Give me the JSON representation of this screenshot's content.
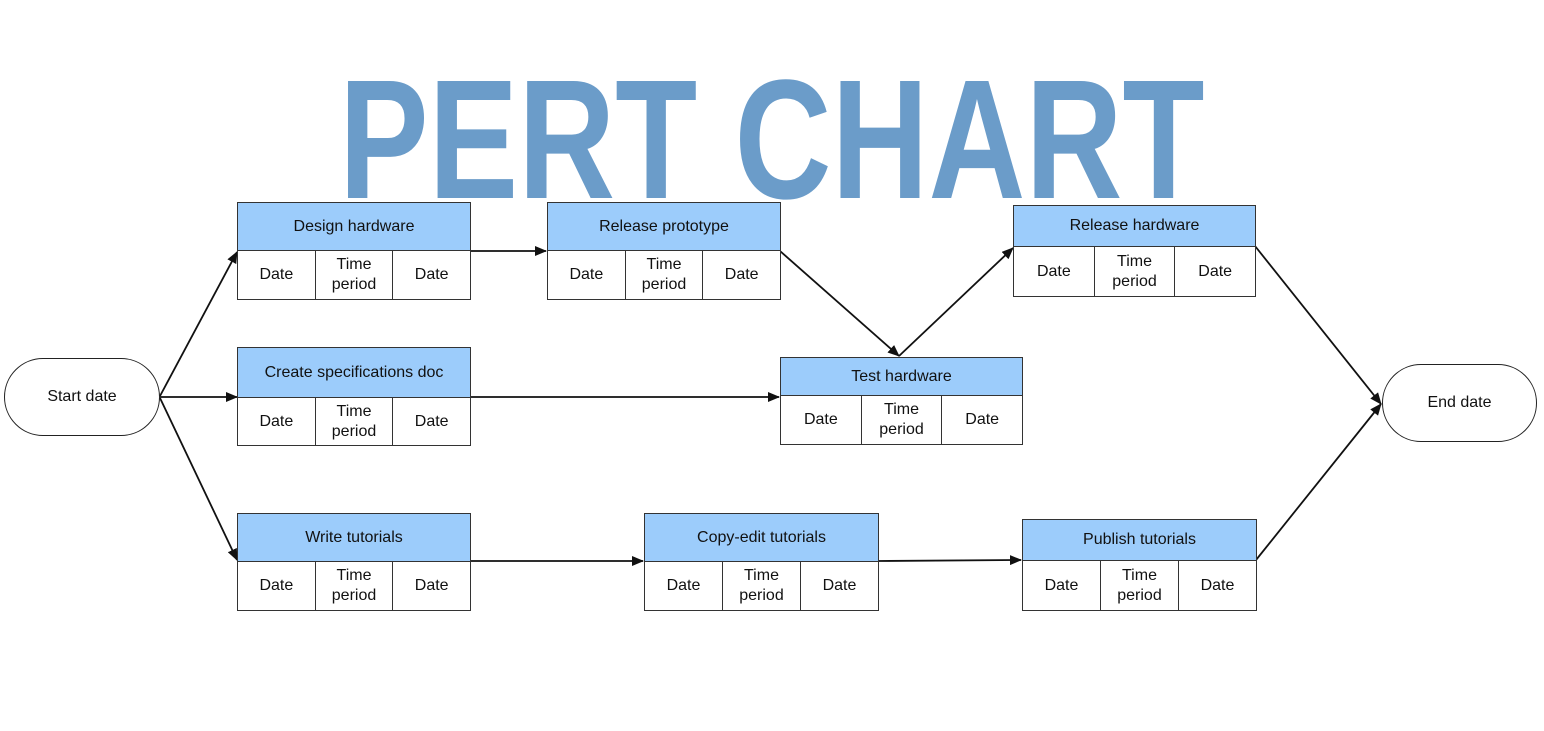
{
  "title": "PERT CHART",
  "start": "Start date",
  "end": "End date",
  "cells": {
    "date": "Date",
    "time": "Time period"
  },
  "tasks": {
    "design": "Design hardware",
    "release_proto": "Release prototype",
    "release_hw": "Release hardware",
    "spec": "Create specifications doc",
    "test": "Test hardware",
    "write": "Write tutorials",
    "copyedit": "Copy-edit tutorials",
    "publish": "Publish tutorials"
  },
  "colors": {
    "title": "#6b9cc9",
    "header": "#9cccfb"
  }
}
